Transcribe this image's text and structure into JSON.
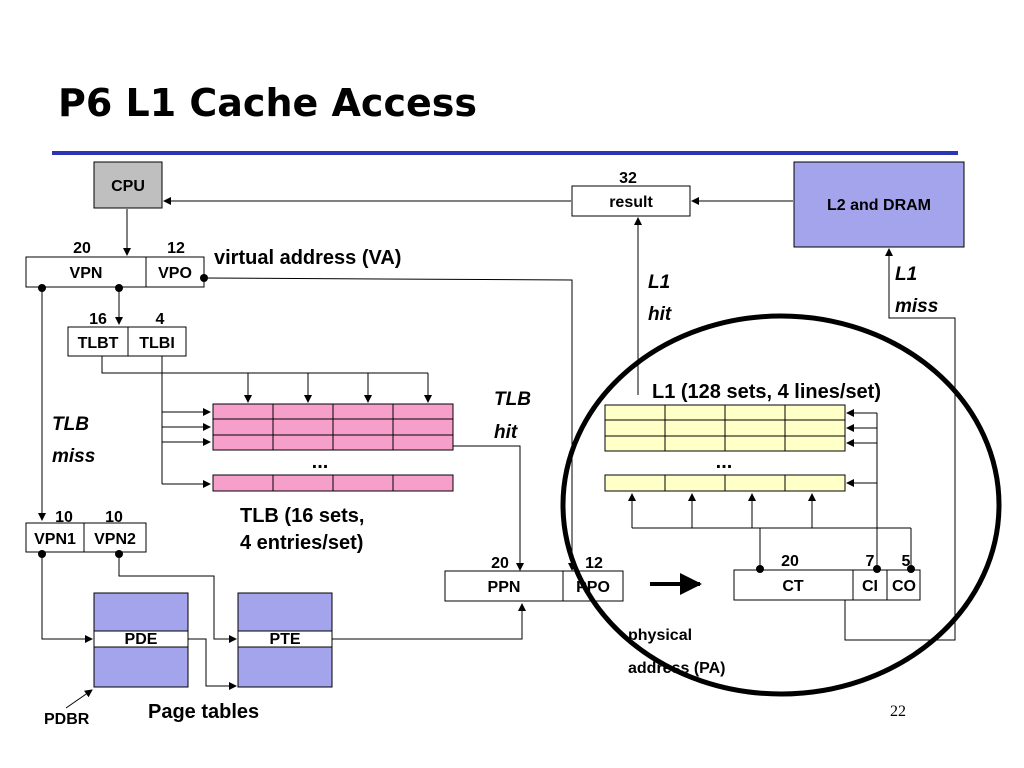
{
  "title": "P6 L1 Cache Access",
  "cpu": "CPU",
  "l2dram": "L2 and DRAM",
  "result": {
    "label": "result",
    "bits": "32"
  },
  "va": {
    "label": "virtual address (VA)",
    "vpn": "VPN",
    "vpo": "VPO",
    "vpn_bits": "20",
    "vpo_bits": "12"
  },
  "tlbt": {
    "label": "TLBT",
    "bits": "16"
  },
  "tlbi": {
    "label": "TLBI",
    "bits": "4"
  },
  "tlb_miss": [
    "TLB",
    "miss"
  ],
  "tlb_hit": [
    "TLB",
    "hit"
  ],
  "tlb_caption": [
    "TLB (16 sets,",
    "4 entries/set)"
  ],
  "ellipsis": "...",
  "l1_hit": [
    "L1",
    "hit"
  ],
  "l1_miss": [
    "L1",
    "miss"
  ],
  "l1_caption": "L1 (128 sets, 4 lines/set)",
  "vpn1": {
    "label": "VPN1",
    "bits": "10"
  },
  "vpn2": {
    "label": "VPN2",
    "bits": "10"
  },
  "pa": {
    "ppn": "PPN",
    "ppo": "PPO",
    "ppn_bits": "20",
    "ppo_bits": "12",
    "label": [
      "physical",
      "address (PA)"
    ]
  },
  "ct": {
    "label": "CT",
    "bits": "20"
  },
  "ci": {
    "label": "CI",
    "bits": "7"
  },
  "co": {
    "label": "CO",
    "bits": "5"
  },
  "pde": "PDE",
  "pte": "PTE",
  "pdbr": "PDBR",
  "page_tables": "Page tables",
  "page_number": "22",
  "colors": {
    "title_rule": "#2a35b8",
    "cpu_fill": "#bfbfbf",
    "l2_fill": "#a4a4ec",
    "tlb_fill": "#f79fcb",
    "l1_fill": "#ffffc8",
    "pt_fill": "#a4a4ec"
  }
}
